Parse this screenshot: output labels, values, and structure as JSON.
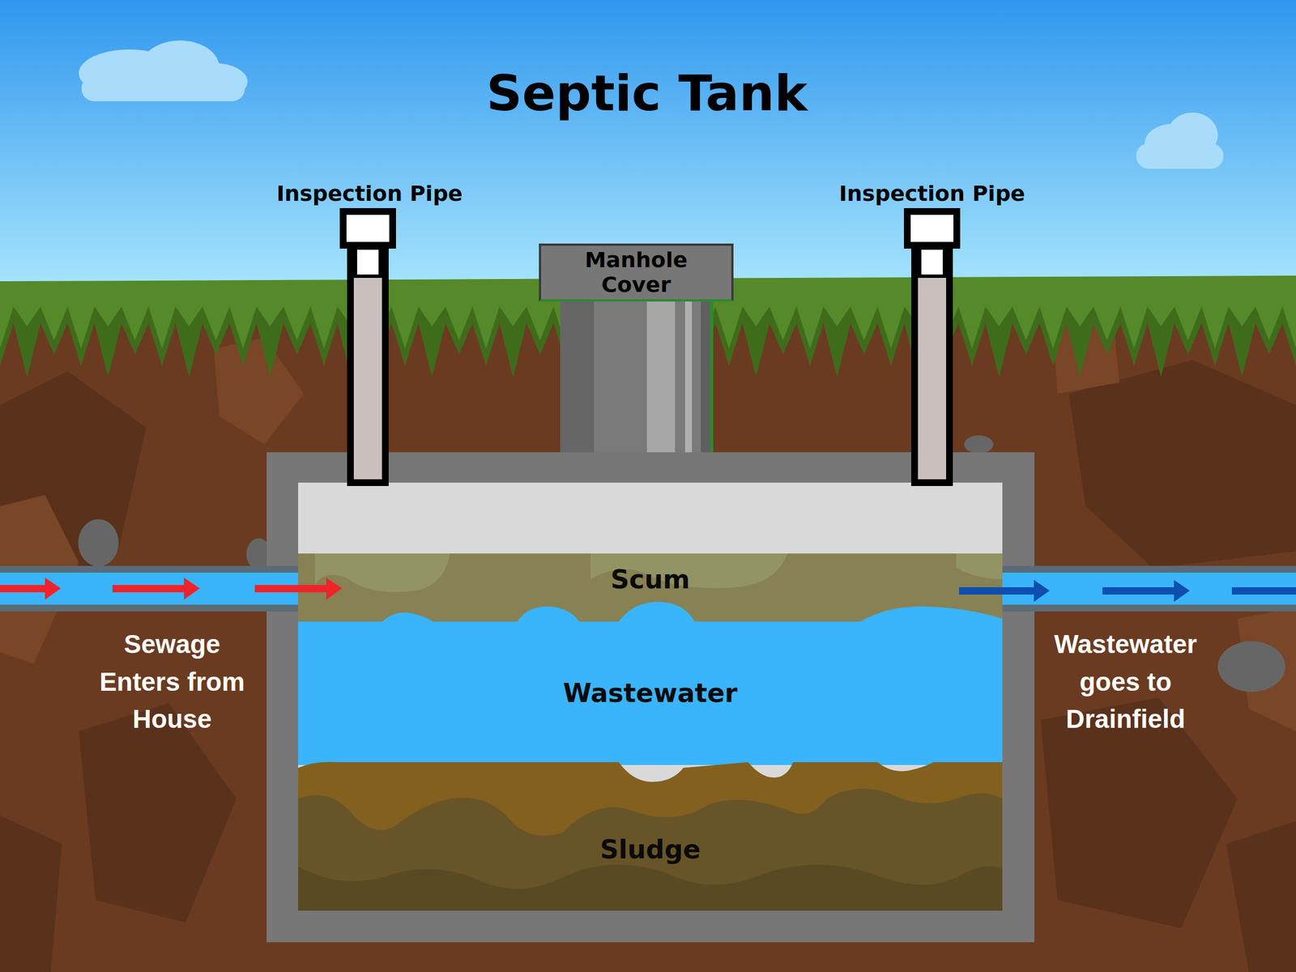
{
  "diagram": {
    "title": "Septic Tank",
    "nodes": [
      {
        "text": [
          "Manhole Cover"
        ]
      },
      {
        "text": [
          "Scum"
        ]
      },
      {
        "text": [
          "Wastewater"
        ]
      },
      {
        "text": [
          "Sludge"
        ]
      }
    ],
    "labels": [
      "Inspection Pipe",
      "Inspection Pipe",
      "Sewage Enters from House",
      "Wastewater goes to Drainfield"
    ]
  }
}
